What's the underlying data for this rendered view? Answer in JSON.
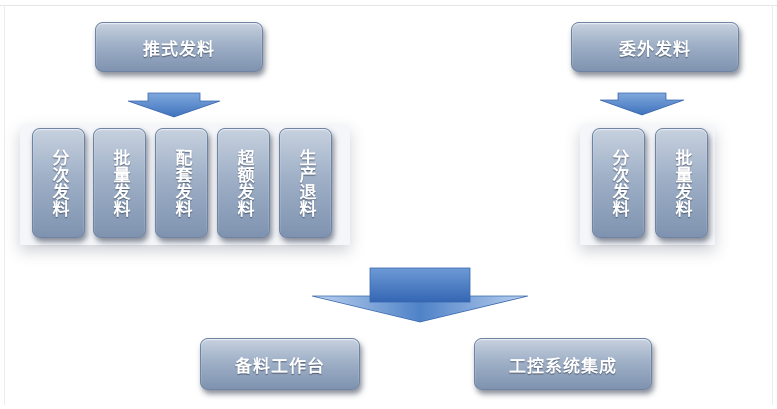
{
  "left_group": {
    "title": "推式发料",
    "items": [
      "分次发料",
      "批量发料",
      "配套发料",
      "超额发料",
      "生产退料"
    ]
  },
  "right_group": {
    "title": "委外发料",
    "items": [
      "分次发料",
      "批量发料"
    ]
  },
  "outputs": [
    "备料工作台",
    "工控系统集成"
  ],
  "colors": {
    "box_top": "#c7d1df",
    "box_bottom": "#7f93b0",
    "arrow": "#4f82c8",
    "text": "#ffffff"
  }
}
